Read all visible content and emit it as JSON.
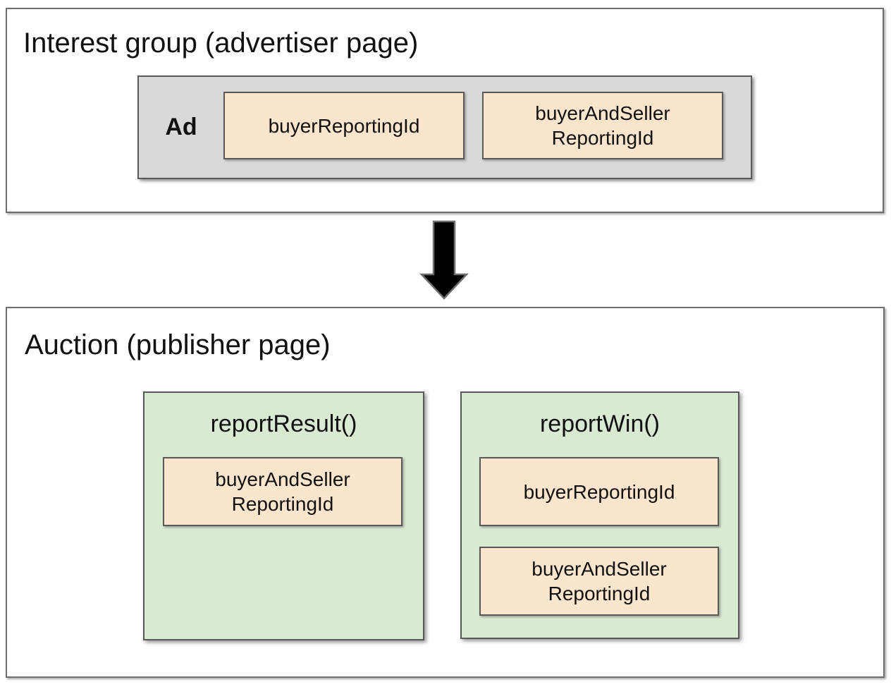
{
  "colors": {
    "chip-fill": "#fce5cd",
    "fn-fill": "#d9ead3",
    "ad-fill": "#d9d9d9",
    "outer-border": "#6e6e6e",
    "inner-border": "#595959",
    "arrow-fill": "#000000",
    "text": "#111111",
    "background": "#ffffff"
  },
  "interest_group": {
    "title": "Interest group (advertiser page)",
    "ad": {
      "label": "Ad",
      "chips": [
        {
          "label": "buyerReportingId"
        },
        {
          "label": "buyerAndSeller\nReportingId"
        }
      ]
    }
  },
  "arrow": {
    "icon": "down-arrow"
  },
  "auction": {
    "title": "Auction (publisher page)",
    "functions": [
      {
        "name": "reportResult()",
        "chips": [
          "buyerAndSeller\nReportingId"
        ]
      },
      {
        "name": "reportWin()",
        "chips": [
          "buyerReportingId",
          "buyerAndSeller\nReportingId"
        ]
      }
    ]
  }
}
